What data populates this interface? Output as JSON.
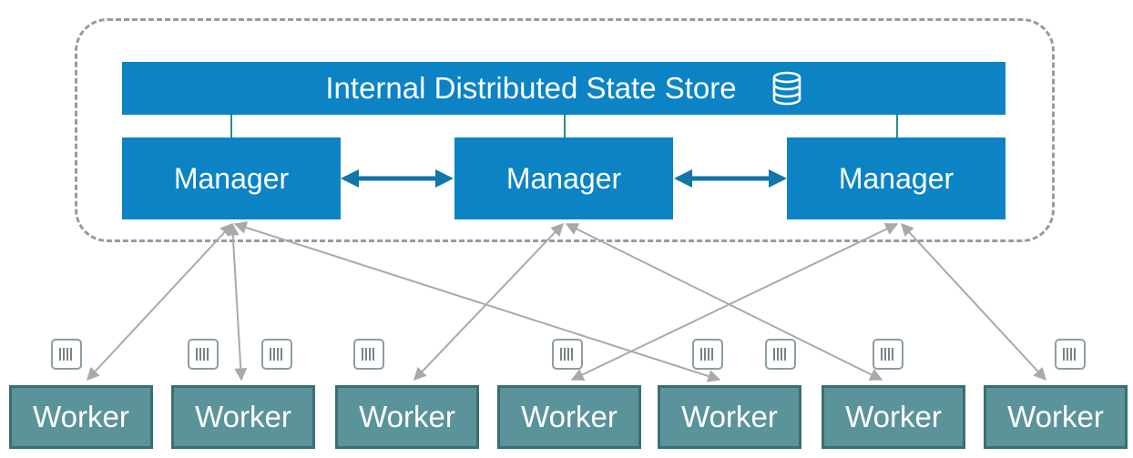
{
  "store": {
    "label": "Internal Distributed State Store",
    "icon": "database-icon"
  },
  "managers": [
    {
      "label": "Manager"
    },
    {
      "label": "Manager"
    },
    {
      "label": "Manager"
    }
  ],
  "workers": [
    {
      "label": "Worker"
    },
    {
      "label": "Worker"
    },
    {
      "label": "Worker"
    },
    {
      "label": "Worker"
    },
    {
      "label": "Worker"
    },
    {
      "label": "Worker"
    },
    {
      "label": "Worker"
    }
  ],
  "container_icon": "container-icon",
  "colors": {
    "manager_fill": "#0b83c5",
    "worker_fill": "#5b939b",
    "worker_border": "#3b6f70",
    "peer_arrow": "#1176a9",
    "link_arrow": "#a9a9a9",
    "cluster_border": "#9a9a9a"
  }
}
